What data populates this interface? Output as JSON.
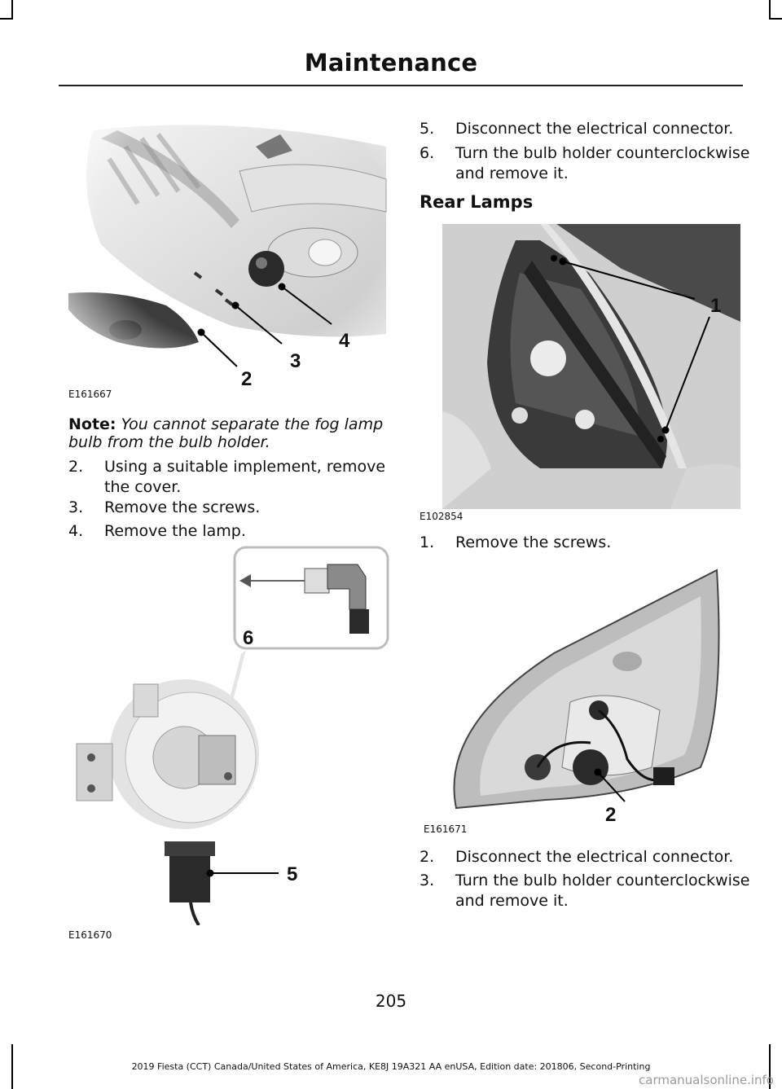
{
  "header": {
    "title": "Maintenance"
  },
  "fig1": {
    "code": "E161667",
    "callouts": [
      "4",
      "3",
      "2"
    ]
  },
  "note": {
    "label": "Note:",
    "text": "You cannot separate the fog lamp",
    "text2": "bulb from the bulb holder."
  },
  "left_steps": [
    {
      "num": "2.",
      "line1": "Using a suitable implement, remove",
      "line2": "the cover."
    },
    {
      "num": "3.",
      "line1": "Remove the screws."
    },
    {
      "num": "4.",
      "line1": "Remove the lamp."
    }
  ],
  "fig2": {
    "code": "E161670",
    "callouts": [
      "6",
      "5"
    ]
  },
  "right_steps_top": [
    {
      "num": "5.",
      "line1": "Disconnect the electrical connector."
    },
    {
      "num": "6.",
      "line1": "Turn the bulb holder counterclockwise",
      "line2": "and remove it."
    }
  ],
  "rear": {
    "title": "Rear Lamps"
  },
  "fig3": {
    "code": "E102854",
    "callouts": [
      "1"
    ]
  },
  "rear_step1": {
    "num": "1.",
    "line1": "Remove the screws."
  },
  "fig4": {
    "code": "E161671",
    "callouts": [
      "2"
    ]
  },
  "right_steps_bottom": [
    {
      "num": "2.",
      "line1": "Disconnect the electrical connector."
    },
    {
      "num": "3.",
      "line1": "Turn the bulb holder counterclockwise",
      "line2": "and remove it."
    }
  ],
  "page_number": "205",
  "footer": "2019 Fiesta (CCT) Canada/United States of America, KE8J 19A321 AA enUSA, Edition date: 201806, Second-Printing",
  "watermark": "carmanualsonline.info"
}
